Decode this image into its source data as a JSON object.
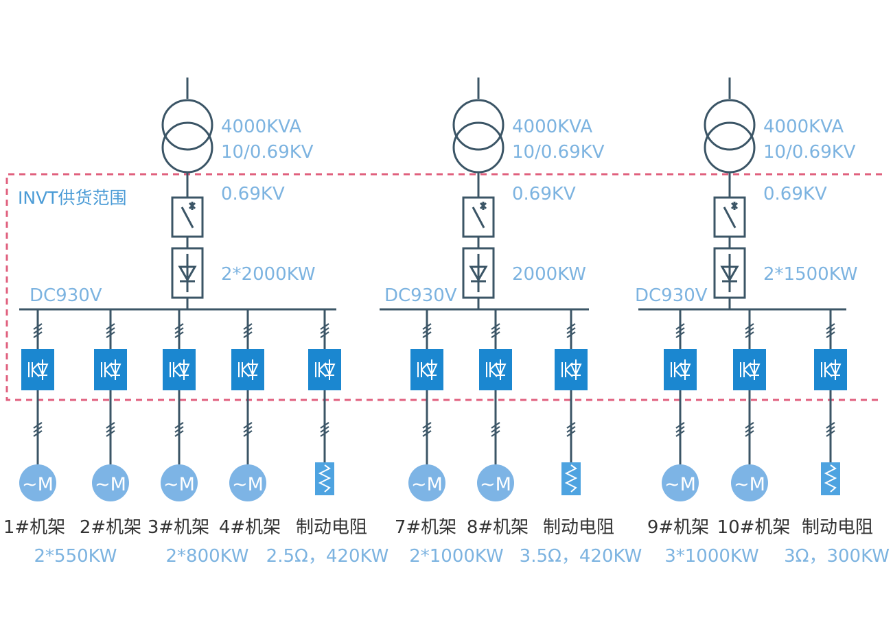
{
  "scope_label": "INVT供货范围",
  "colors": {
    "wire": "#3b5566",
    "label": "#7cb3e0",
    "caption": "#333333",
    "scope_border": "#e0607e",
    "inverter": "#1b87d0",
    "motor": "#7db4e5"
  },
  "systems": [
    {
      "transformer": {
        "rating": "4000KVA",
        "voltage": "10/0.69KV"
      },
      "lv_voltage": "0.69KV",
      "rectifier": "2*2000KW",
      "bus": "DC930V",
      "loads": [
        {
          "type": "motor",
          "symbol": "~M",
          "name": "1#机架"
        },
        {
          "type": "motor",
          "symbol": "~M",
          "name": "2#机架"
        },
        {
          "type": "motor",
          "symbol": "~M",
          "name": "3#机架"
        },
        {
          "type": "motor",
          "symbol": "~M",
          "name": "4#机架"
        },
        {
          "type": "resistor",
          "name": "制动电阻"
        }
      ],
      "specs": [
        "2*550KW",
        "2*800KW",
        "2.5Ω，420KW"
      ]
    },
    {
      "transformer": {
        "rating": "4000KVA",
        "voltage": "10/0.69KV"
      },
      "lv_voltage": "0.69KV",
      "rectifier": "2000KW",
      "bus": "DC930V",
      "loads": [
        {
          "type": "motor",
          "symbol": "~M",
          "name": "7#机架"
        },
        {
          "type": "motor",
          "symbol": "~M",
          "name": "8#机架"
        },
        {
          "type": "resistor",
          "name": "制动电阻"
        }
      ],
      "specs": [
        "2*1000KW",
        "3.5Ω，420KW"
      ]
    },
    {
      "transformer": {
        "rating": "4000KVA",
        "voltage": "10/0.69KV"
      },
      "lv_voltage": "0.69KV",
      "rectifier": "2*1500KW",
      "bus": "DC930V",
      "loads": [
        {
          "type": "motor",
          "symbol": "~M",
          "name": "9#机架"
        },
        {
          "type": "motor",
          "symbol": "~M",
          "name": "10#机架"
        },
        {
          "type": "resistor",
          "name": "制动电阻"
        }
      ],
      "specs": [
        "3*1000KW",
        "3Ω，300KW"
      ]
    }
  ]
}
